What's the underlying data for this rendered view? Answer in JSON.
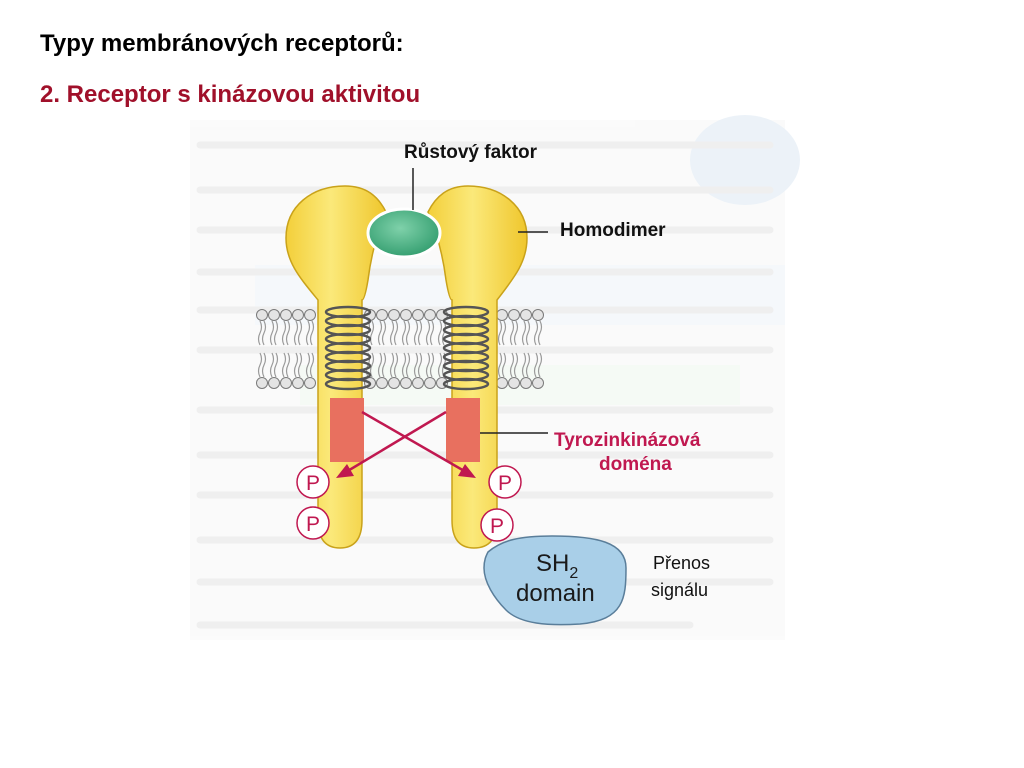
{
  "slide": {
    "title": "Typy membránových receptorů:",
    "subtitle": "2. Receptor s kinázovou aktivitou"
  },
  "diagram": {
    "labels": {
      "growth_factor": "Růstový faktor",
      "homodimer": "Homodimer",
      "kinase_domain_line1": "Tyrozinkinázová",
      "kinase_domain_line2": "doména",
      "sh2_main": "SH",
      "sh2_sub": "2",
      "sh2_domain": "domain",
      "signal_line1": "Přenos",
      "signal_line2": "signálu",
      "phosphate": "P"
    },
    "colors": {
      "receptor_fill": "#f6dd55",
      "receptor_stroke": "#c9a21a",
      "ligand": "#3fae7d",
      "kinase_block": "#e8705f",
      "arrow": "#c01850",
      "phospho_text": "#c01850",
      "sh2_fill": "#a9cfe8",
      "kinase_label": "#c01850",
      "membrane_bead": "#e4e4e4"
    }
  }
}
